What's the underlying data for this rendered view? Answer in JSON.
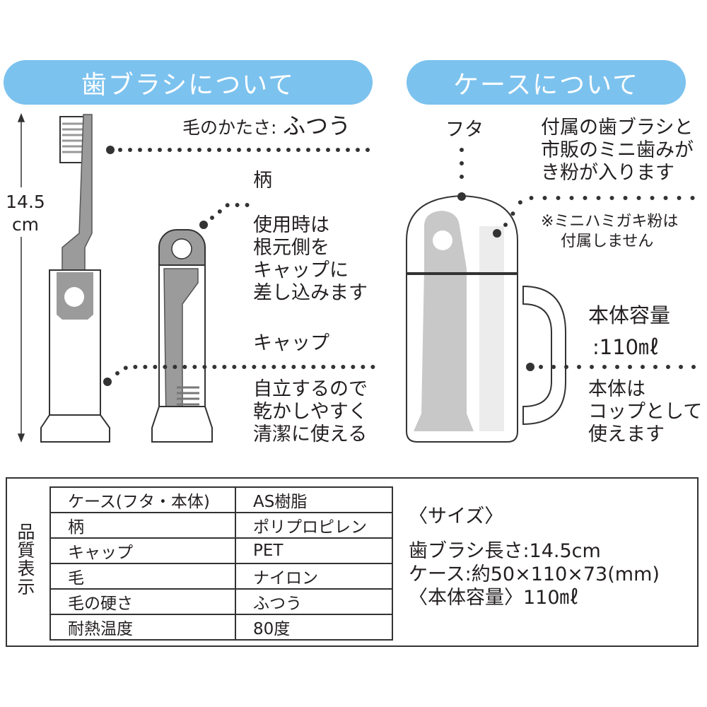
{
  "headers": {
    "toothbrush": "歯ブラシについて",
    "case": "ケースについて"
  },
  "toothbrush": {
    "length_value": "14.5",
    "length_unit": "cm",
    "bristle_label": "毛のかたさ:",
    "bristle_value": "ふつう",
    "handle_label": "柄",
    "handle_desc": [
      "使用時は",
      "根元側を",
      "キャップに",
      "差し込みます"
    ],
    "cap_label": "キャップ",
    "cap_desc": [
      "自立するので",
      "乾かしやすく",
      "清潔に使える"
    ]
  },
  "case": {
    "lid_label": "フタ",
    "contents_desc": [
      "付属の歯ブラシと",
      "市販のミニ歯みが",
      "き粉が入ります"
    ],
    "note": [
      "※ミニハミガキ粉は",
      "付属しません"
    ],
    "capacity_label": "本体容量",
    "capacity_value": ":110㎖",
    "cup_desc": [
      "本体は",
      "コップとして",
      "使えます"
    ]
  },
  "quality": {
    "title": "品質表示",
    "rows": [
      {
        "item": "ケース(フタ・本体)",
        "value": "AS樹脂"
      },
      {
        "item": "柄",
        "value": "ポリプロピレン"
      },
      {
        "item": "キャップ",
        "value": "PET"
      },
      {
        "item": "毛",
        "value": "ナイロン"
      },
      {
        "item": "毛の硬さ",
        "value": "ふつう"
      },
      {
        "item": "耐熱温度",
        "value": "80度"
      }
    ]
  },
  "size": {
    "heading": "〈サイズ〉",
    "brush_length": "歯ブラシ長さ:14.5cm",
    "case_size": "ケース:約50×110×73(mm)",
    "capacity": "〈本体容量〉110㎖"
  },
  "colors": {
    "accent": "#7cc2ee",
    "gray": "#9b9b9b"
  }
}
